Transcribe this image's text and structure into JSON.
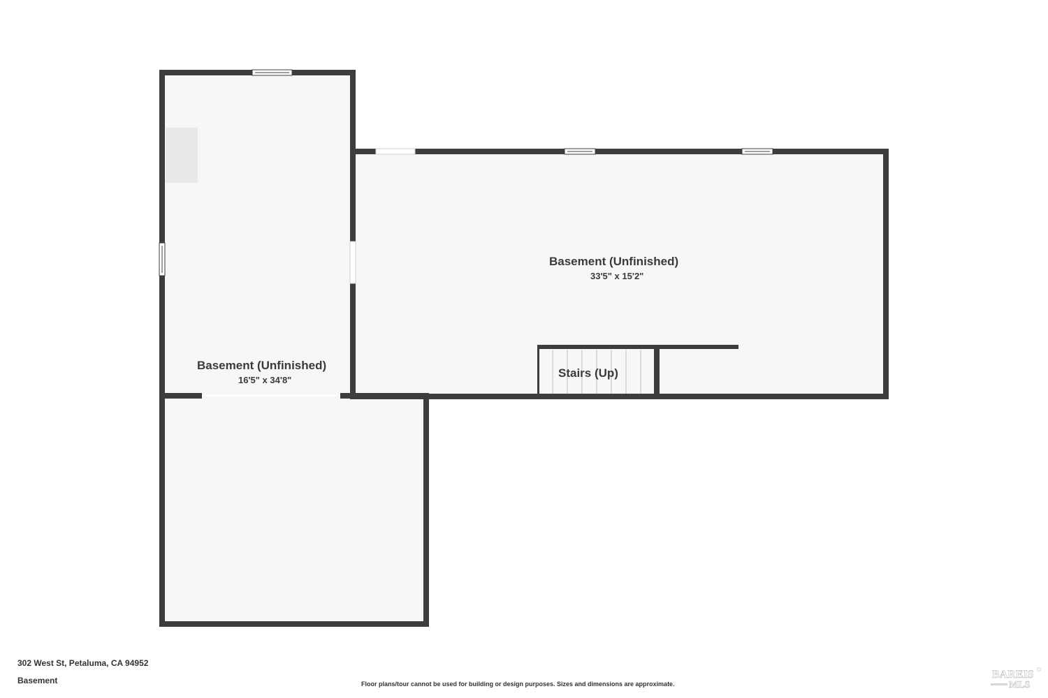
{
  "rooms": {
    "left": {
      "name": "Basement (Unfinished)",
      "dimensions": "16'5\" x 34'8\""
    },
    "right": {
      "name": "Basement (Unfinished)",
      "dimensions": "33'5\" x 15'2\""
    },
    "stairs": {
      "name": "Stairs (Up)"
    }
  },
  "footer": {
    "address": "302 West St, Petaluma, CA 94952",
    "floor": "Basement",
    "disclaimer": "Floor plans/tour cannot be used for building or design purposes. Sizes and dimensions are approximate.",
    "logo_text": "BAREIS MLS"
  },
  "colors": {
    "wall": "#3d3d3d",
    "floor": "#f7f7f7",
    "fixture": "#e8e8e8",
    "background": "#ffffff"
  }
}
